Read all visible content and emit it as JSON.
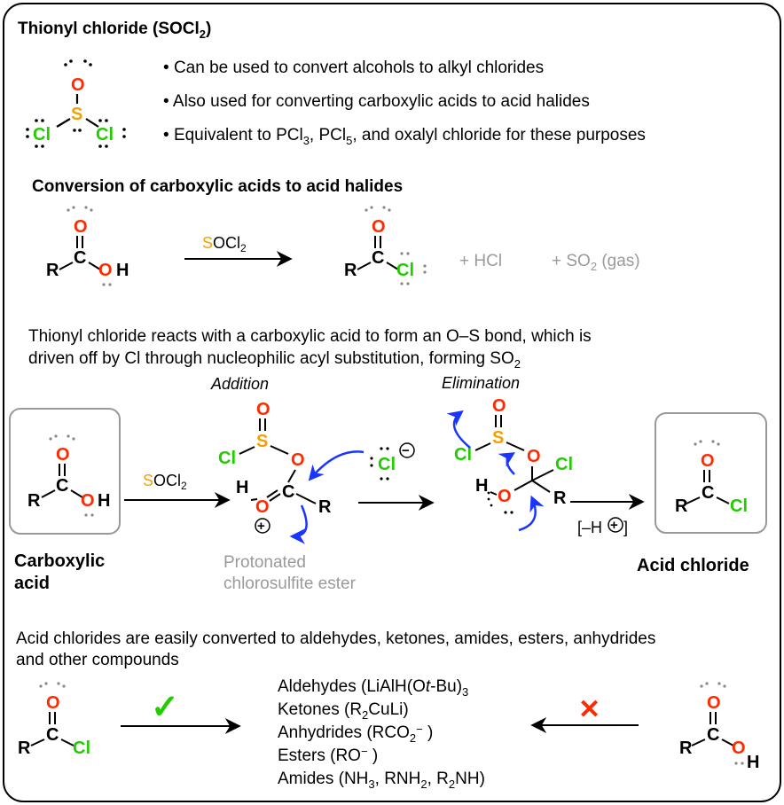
{
  "colors": {
    "oxygen": "#ff2a00",
    "chlorine": "#22cc00",
    "sulfur": "#f5a000",
    "arrow_blue": "#1a35ff",
    "grey_text": "#9a9a9a",
    "check": "#22cc00",
    "cross": "#ff2a00"
  },
  "title": "Thionyl chloride (SOCl",
  "title_sub": "2",
  "title_close": ")",
  "bullets": [
    "Can be used to convert alcohols to alkyl chlorides",
    "Also used for converting carboxylic acids to acid halides",
    "Equivalent to PCl",
    "3",
    ", PCl",
    "5",
    ", and oxalyl chloride for these purposes"
  ],
  "section1": {
    "heading": "Conversion of carboxylic acids to acid halides",
    "reagent_S": "S",
    "reagent_OCl": "OCl",
    "reagent_sub": "2",
    "plus_hcl": "+  HCl",
    "plus_so2": "+  SO",
    "so2_sub": "2",
    "so2_gas": " (gas)"
  },
  "section2": {
    "text_line1": "Thionyl chloride reacts with a carboxylic acid to form an O–S bond, which is",
    "text_line2": "driven off by Cl through nucleophilic acyl substitution, forming SO",
    "text_line2_sub": "2",
    "addition_label": "Addition",
    "elimination_label": "Elimination",
    "reagent_S": "S",
    "reagent_OCl": "OCl",
    "reagent_sub": "2",
    "deprot": "[–H",
    "deprot_close": " ]",
    "plus_symbol": "+",
    "minus_symbol": "−",
    "carboxylic_label_1": "Carboxylic",
    "carboxylic_label_2": "acid",
    "intermediate_label_1": "Protonated",
    "intermediate_label_2": "chlorosulfite ester",
    "acid_chloride_label": "Acid chloride"
  },
  "section3": {
    "text_line1": "Acid chlorides are easily converted to aldehydes, ketones, amides, esters, anhydrides",
    "text_line2": "and other compounds",
    "check_mark": "✓",
    "cross_mark": "✕",
    "products": [
      "Aldehydes (LiAlH(O",
      "t",
      "-Bu)",
      "3",
      "Ketones (R",
      "2",
      "CuLi)",
      "Anhydrides (RCO",
      "2",
      "−",
      " )",
      "Esters (RO",
      "−",
      " )",
      "Amides (NH",
      "3",
      ", RNH",
      "2",
      ", R",
      "2",
      "NH)"
    ]
  },
  "atoms": {
    "R": "R",
    "C": "C",
    "O": "O",
    "H": "H",
    "Cl": "Cl",
    "S": "S"
  }
}
